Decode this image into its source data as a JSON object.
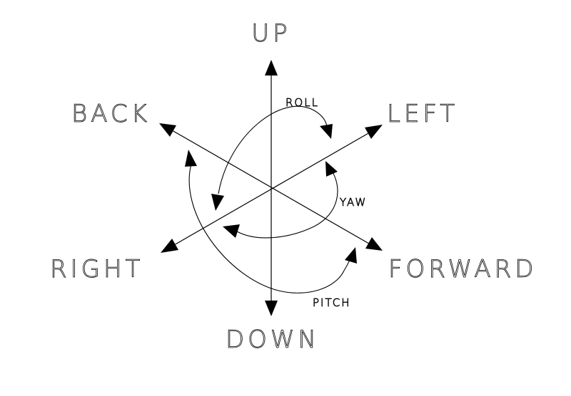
{
  "axes": {
    "up": "UP",
    "down": "DOWN",
    "left": "LEFT",
    "right": "RIGHT",
    "back": "BACK",
    "forward": "FORWARD"
  },
  "rotations": {
    "roll": "ROLL",
    "yaw": "YAW",
    "pitch": "PITCH"
  },
  "colors": {
    "ink": "#000000",
    "background": "#ffffff"
  }
}
